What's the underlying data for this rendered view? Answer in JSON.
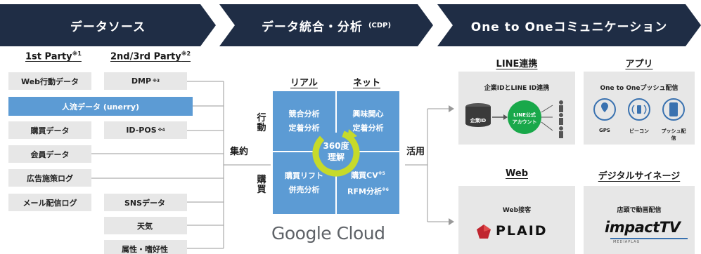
{
  "header": {
    "chevron1": "データソース",
    "chevron2_main": "データ統合・分析",
    "chevron2_sub": "(CDP)",
    "chevron3": "One to Oneコミュニケーション"
  },
  "sources": {
    "first_party": {
      "label": "1st Party",
      "note": "※1"
    },
    "second_third_party": {
      "label": "2nd/3rd Party",
      "note": "※2"
    },
    "left_items": [
      "Web行動データ",
      "購買データ",
      "会員データ",
      "広告施策ログ",
      "メール配信ログ"
    ],
    "wide_item": "人流データ (unerry)",
    "right_items": [
      {
        "label": "DMP",
        "note": "※3"
      },
      {
        "label": "ID-POS",
        "note": "※4"
      },
      {
        "label": "SNSデータ",
        "note": ""
      },
      {
        "label": "天気",
        "note": ""
      },
      {
        "label": "属性・嗜好性",
        "note": ""
      }
    ]
  },
  "flow": {
    "collect": "集約",
    "use": "活用"
  },
  "cdp": {
    "col_real": "リアル",
    "col_net": "ネット",
    "row_behavior": "行動",
    "row_purchase": "購買",
    "q1": [
      "競合分析",
      "定着分析"
    ],
    "q2": [
      "興味関心",
      "定着分析"
    ],
    "q3": [
      "購買リフト",
      "併売分析"
    ],
    "q4a": "購買CV",
    "q4a_note": "※5",
    "q4b": "RFM分析",
    "q4b_note": "※6",
    "center": [
      "360度",
      "理解"
    ],
    "platform": "Google Cloud"
  },
  "outputs": {
    "line": {
      "title": "LINE連携",
      "desc": "企業IDとLINE ID連携",
      "db_label": "企業ID",
      "account_label": [
        "LINE公式",
        "アカウント"
      ]
    },
    "app": {
      "title": "アプリ",
      "desc": "One to Oneプッシュ配信",
      "icons": [
        "GPS",
        "ビーコン",
        "プッシュ配信"
      ]
    },
    "web": {
      "title": "Web",
      "desc": "Web接客",
      "brand": "PLAID"
    },
    "signage": {
      "title": "デジタルサイネージ",
      "desc": "店頭で動画配信",
      "brand": "impactTV",
      "brand_sub": "MEDIAPLAG"
    }
  },
  "colors": {
    "navy": "#1f2d45",
    "blue": "#5c9bd4",
    "gray": "#e7e7e7",
    "green": "#19a84a",
    "lime": "#c6da2a"
  }
}
